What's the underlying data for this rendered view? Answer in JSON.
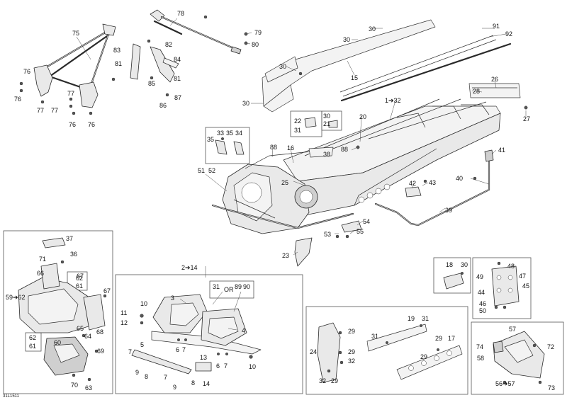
{
  "reference_code": "31L1511",
  "callouts": {
    "c75": "75",
    "c76a": "76",
    "c76b": "76",
    "c76c": "76",
    "c76d": "76",
    "c77a": "77",
    "c77b": "77",
    "c77c": "77",
    "c78": "78",
    "c79": "79",
    "c80": "80",
    "c81a": "81",
    "c81b": "81",
    "c82": "82",
    "c83": "83",
    "c84": "84",
    "c85": "85",
    "c86": "86",
    "c87": "87",
    "c30a": "30",
    "c30b": "30",
    "c30c": "30",
    "c30d": "30",
    "c30e": "30",
    "c91": "91",
    "c92": "92",
    "c15": "15",
    "c26": "26",
    "c28": "28",
    "c27": "27",
    "c1to32": "1➔32",
    "c20": "20",
    "c22": "22",
    "c21": "21",
    "c31a": "31",
    "c33": "33",
    "c34": "34",
    "c35a": "35",
    "c35b": "35",
    "c88a": "88",
    "c88b": "88",
    "c16": "16",
    "c38": "38",
    "c25": "25",
    "c51": "51",
    "c52": "52",
    "c41": "41",
    "c40": "40",
    "c39": "39",
    "c42": "42",
    "c43": "43",
    "c53": "53",
    "c54": "54",
    "c55": "55",
    "c23": "23",
    "c37": "37",
    "c36": "36",
    "c71": "71",
    "c66": "66",
    "c67a": "67",
    "c67b": "67",
    "c62a": "62",
    "c61a": "61",
    "c59to62": "59➔62",
    "c62b": "62",
    "c61b": "61",
    "c65": "65",
    "c64": "64",
    "c68": "68",
    "c60": "60",
    "c69": "69",
    "c70": "70",
    "c63": "63",
    "c2to14": "2➔14",
    "c3": "3",
    "c31b": "31",
    "c_or": "OR",
    "c89": "89",
    "c90": "90",
    "c11": "11",
    "c10a": "10",
    "c12": "12",
    "c4": "4",
    "c5": "5",
    "c7a": "7",
    "c7b": "7",
    "c7c": "7",
    "c7d": "7",
    "c6a": "6",
    "c6b": "6",
    "c9a": "9",
    "c9b": "9",
    "c8a": "8",
    "c8b": "8",
    "c13": "13",
    "c14": "14",
    "c10b": "10",
    "c18": "18",
    "c30f": "30",
    "c48": "48",
    "c49": "49",
    "c47": "47",
    "c44": "44",
    "c45": "45",
    "c46": "46",
    "c50": "50",
    "c19": "19",
    "c31c": "31",
    "c31d": "31",
    "c29a": "29",
    "c29b": "29",
    "c29c": "29",
    "c29d": "29",
    "c29e": "29",
    "c24": "24",
    "c32a": "32",
    "c32b": "32",
    "c17": "17",
    "c57": "57",
    "c74": "74",
    "c72": "72",
    "c58": "58",
    "c56to57": "56➔57",
    "c73": "73"
  }
}
